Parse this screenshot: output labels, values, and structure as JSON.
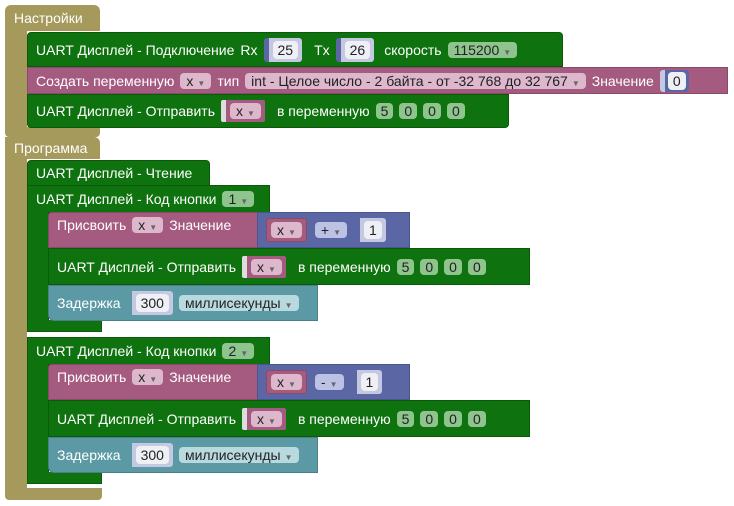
{
  "setup": {
    "label": "Настройки",
    "connect": {
      "label": "UART Дисплей - Подключение",
      "rx_label": "Rx",
      "rx": "25",
      "tx_label": "Tx",
      "tx": "26",
      "speed_label": "скорость",
      "speed": "115200"
    },
    "create": {
      "label": "Создать переменную",
      "var": "x",
      "type_label": "тип",
      "type": "int - Целое число - 2 байта - от -32 768 до 32 767",
      "value_label": "Значение",
      "value": "0"
    },
    "send": {
      "label": "UART Дисплей - Отправить",
      "var": "x",
      "to_label": "в переменную",
      "digits": [
        "5",
        "0",
        "0",
        "0"
      ]
    }
  },
  "program": {
    "label": "Программа",
    "read": {
      "label": "UART Дисплей - Чтение"
    },
    "buttons": [
      {
        "label": "UART Дисплей - Код кнопки",
        "code": "1",
        "assign_label": "Присвоить",
        "var": "x",
        "value_label": "Значение",
        "op_var": "x",
        "op": "+",
        "operand": "1",
        "send_label": "UART Дисплей - Отправить",
        "send_var": "x",
        "to_label": "в переменную",
        "digits": [
          "5",
          "0",
          "0",
          "0"
        ],
        "delay_label": "Задержка",
        "delay": "300",
        "unit": "миллисекунды"
      },
      {
        "label": "UART Дисплей - Код кнопки",
        "code": "2",
        "assign_label": "Присвоить",
        "var": "x",
        "value_label": "Значение",
        "op_var": "x",
        "op": "-",
        "operand": "1",
        "send_label": "UART Дисплей - Отправить",
        "send_var": "x",
        "to_label": "в переменную",
        "digits": [
          "5",
          "0",
          "0",
          "0"
        ],
        "delay_label": "Задержка",
        "delay": "300",
        "unit": "миллисекунды"
      }
    ]
  }
}
